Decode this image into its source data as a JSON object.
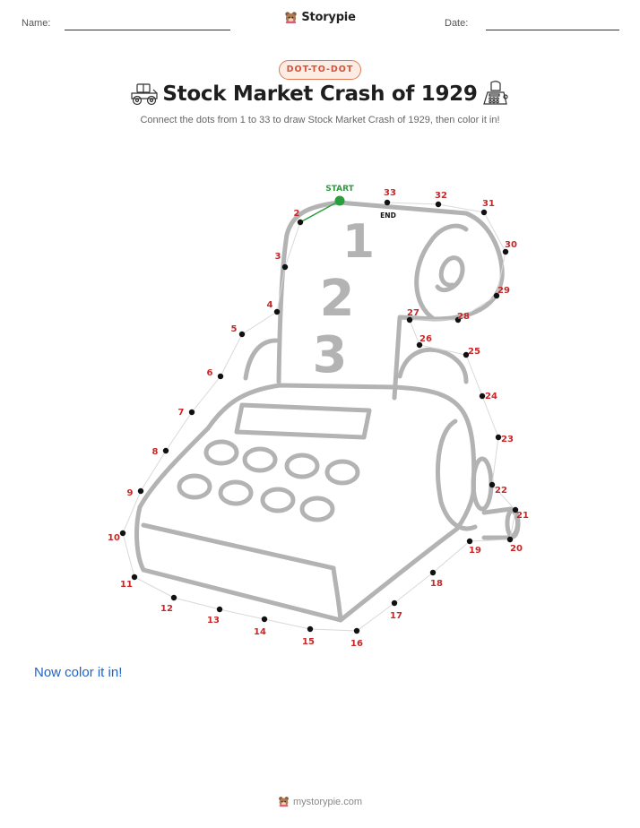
{
  "header": {
    "name_label": "Name:",
    "date_label": "Date:",
    "brand": "Storypie"
  },
  "badge": "DOT-TO-DOT",
  "title": "Stock Market Crash of 1929",
  "subtitle": "Connect the dots from 1 to 33 to draw Stock Market Crash of 1929, then color it in!",
  "puzzle": {
    "start_label": "START",
    "end_label": "END",
    "dot_count": 33,
    "colors": {
      "start": "#2a9d3c",
      "label": "#c62828",
      "dot": "#111111",
      "outline": "#b3b3b3"
    }
  },
  "prompt": "Now color it in!",
  "footer": "mystorypie.com"
}
